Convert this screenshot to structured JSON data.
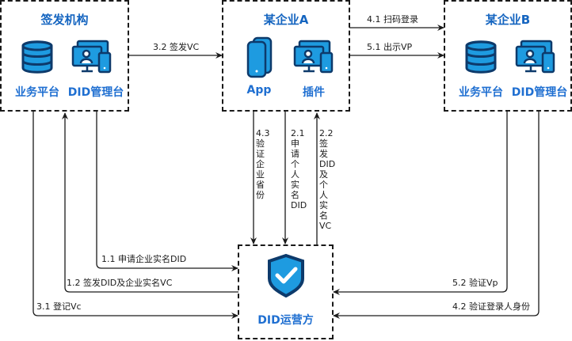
{
  "nodes": {
    "issuer": {
      "title": "签发机构",
      "labels": [
        "业务平台",
        "DID管理台"
      ],
      "icons": [
        "database-icon",
        "devices-icon"
      ]
    },
    "enterprise_a": {
      "title": "某企业A",
      "labels": [
        "App",
        "插件"
      ],
      "icons": [
        "mobile-phone-icon",
        "devices-icon"
      ]
    },
    "enterprise_b": {
      "title": "某企业B",
      "labels": [
        "业务平台",
        "DID管理台"
      ],
      "icons": [
        "database-icon",
        "devices-icon"
      ]
    },
    "operator": {
      "title": "DID运营方",
      "icons": [
        "shield-check-icon"
      ]
    }
  },
  "edges": {
    "e1_1": "1.1 申请企业实名DID",
    "e1_2": "1.2 签发DID及企业实名VC",
    "e2_1": "2.1 申请个人实名DID",
    "e2_1_lines": [
      "2.1",
      "申",
      "请",
      "个",
      "人",
      "实",
      "名",
      "DID"
    ],
    "e2_2_lines": [
      "2.2",
      "签",
      "发",
      "DID",
      "及",
      "个",
      "人",
      "实",
      "名",
      "VC"
    ],
    "e3_1": "3.1 登记Vc",
    "e3_2": "3.2 签发VC",
    "e4_1": "4.1 扫码登录",
    "e4_2": "4.2 验证登录人身份",
    "e4_3_lines": [
      "4.3",
      "验",
      "证",
      "企",
      "业",
      "省",
      "份"
    ],
    "e5_1": "5.1 出示VP",
    "e5_2": "5.2 验证Vp"
  },
  "colors": {
    "accent": "#1565c0",
    "icon_fill": "#1e9be0",
    "icon_stroke": "#0d3a6b",
    "edge": "#1a1a1a"
  }
}
